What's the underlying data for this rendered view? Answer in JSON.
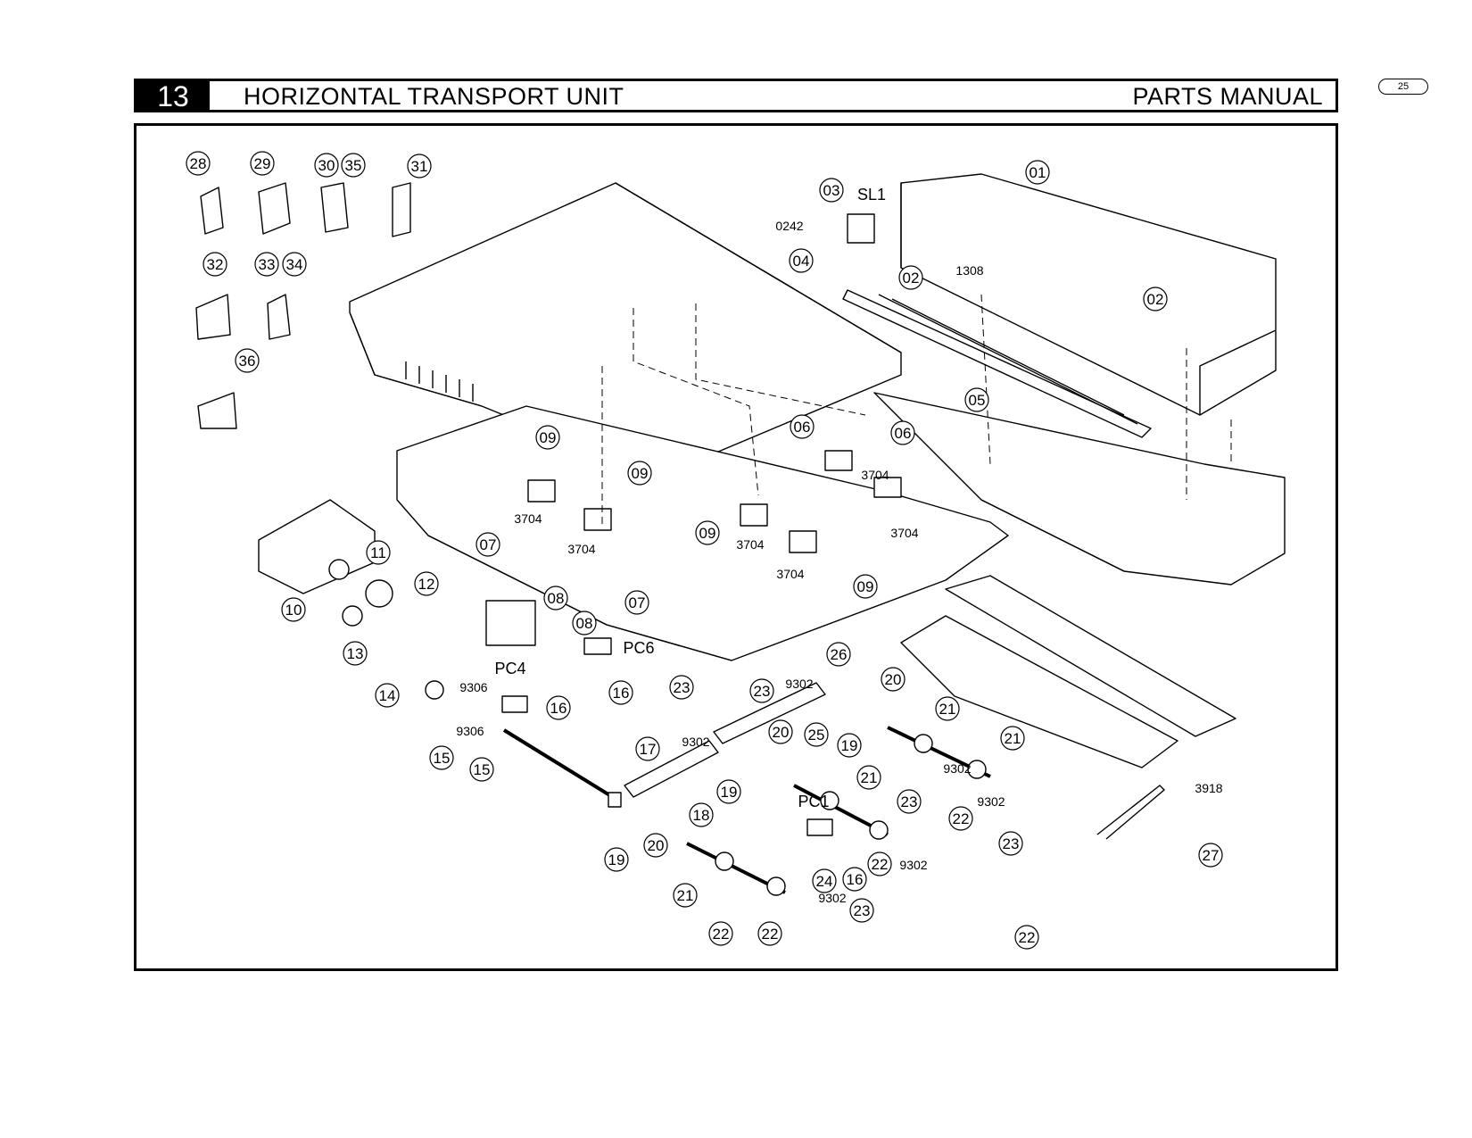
{
  "page_number": "25",
  "header": {
    "chapter": "13",
    "unit_title": "HORIZONTAL TRANSPORT UNIT",
    "manual_title": "PARTS MANUAL"
  },
  "diagram": {
    "circled_callouts": [
      "28",
      "29",
      "30",
      "35",
      "31",
      "32",
      "33",
      "34",
      "36",
      "03",
      "04",
      "02",
      "01",
      "02",
      "05",
      "09",
      "09",
      "06",
      "06",
      "07",
      "07",
      "08",
      "08",
      "09",
      "09",
      "11",
      "10",
      "12",
      "13",
      "14",
      "15",
      "15",
      "16",
      "16",
      "16",
      "23",
      "23",
      "23",
      "23",
      "23",
      "20",
      "20",
      "20",
      "19",
      "19",
      "19",
      "21",
      "21",
      "21",
      "21",
      "17",
      "18",
      "22",
      "22",
      "22",
      "22",
      "22",
      "24",
      "25",
      "26",
      "27"
    ],
    "labels": [
      "SL1",
      "PC6",
      "PC4",
      "PC1",
      "0242",
      "1308",
      "3704",
      "3704",
      "3704",
      "3704",
      "3704",
      "3704",
      "9306",
      "9306",
      "9302",
      "9302",
      "9302",
      "9302",
      "9302",
      "9302",
      "3918"
    ]
  }
}
